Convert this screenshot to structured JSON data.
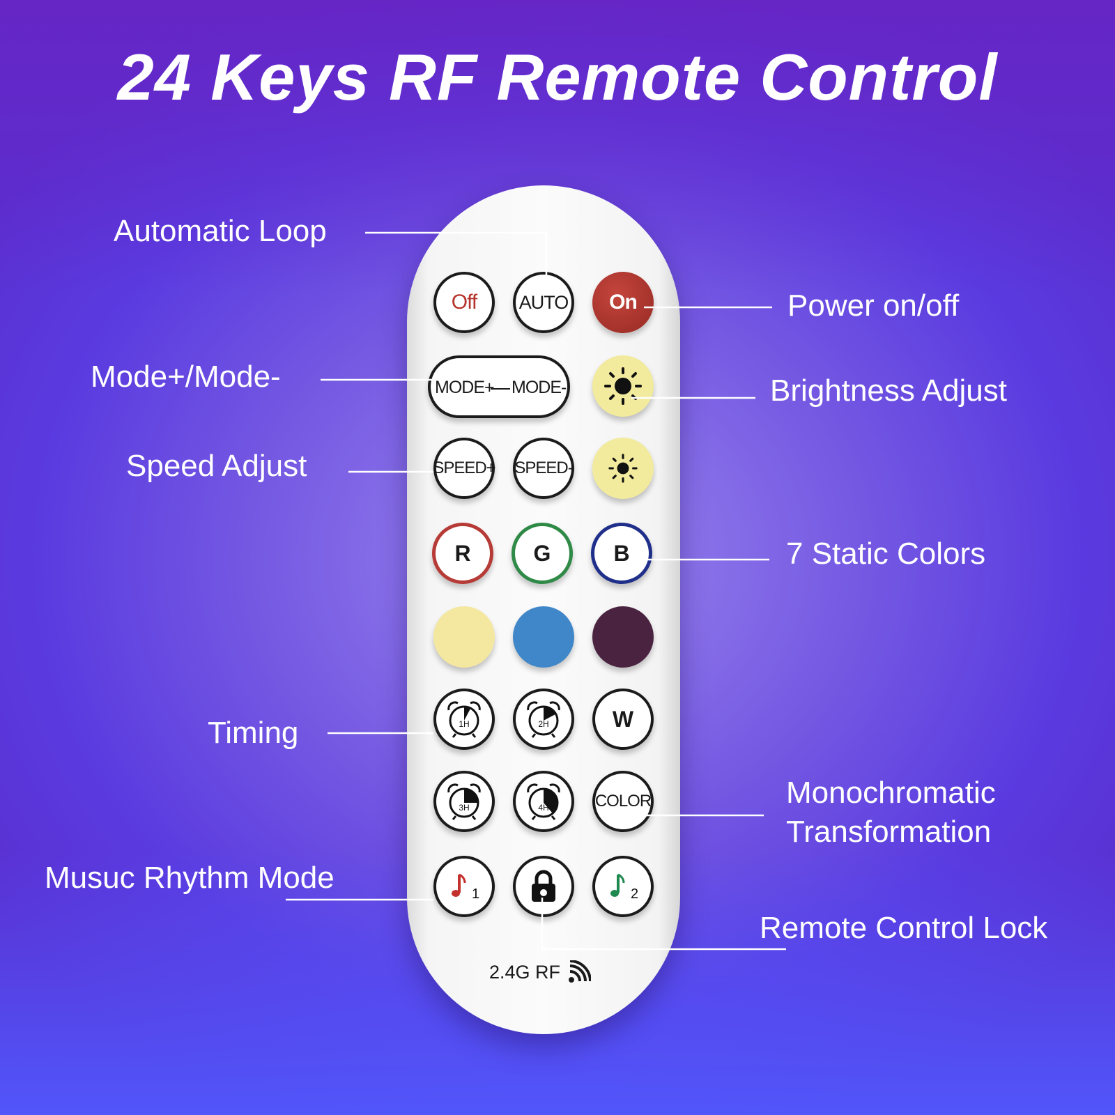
{
  "title": "24 Keys RF Remote Control",
  "remote": {
    "buttons": {
      "off": "Off",
      "auto": "AUTO",
      "on": "On",
      "mode_plus": "MODE+",
      "mode_minus": "MODE-",
      "speed_plus": "SPEED+",
      "speed_minus": "SPEED-",
      "r": "R",
      "g": "G",
      "b": "B",
      "w": "W",
      "color": "COLOR",
      "timer_1": "1H",
      "timer_2": "2H",
      "timer_3": "3H",
      "timer_4": "4H",
      "music_1": "1",
      "music_2": "2"
    },
    "rf_label": "2.4G RF",
    "colors": {
      "body": "#f7f7f7",
      "on_button": "#a8332c",
      "off_text": "#b5322a",
      "brightness": "#f2ea9c",
      "red_ring": "#b63a35",
      "green_ring": "#2f8a47",
      "blue_ring": "#1f2f8a",
      "yellow": "#f4e8a0",
      "blue": "#3f87c9",
      "purple": "#4a2340",
      "music_red": "#c4302b",
      "music_green": "#1f8a50"
    },
    "icons": [
      "sun-icon",
      "alarm-clock-icon",
      "lock-icon",
      "music-note-icon",
      "wifi-signal-icon"
    ]
  },
  "callouts": {
    "automatic_loop": "Automatic Loop",
    "power": "Power on/off",
    "mode": "Mode+/Mode-",
    "brightness": "Brightness Adjust",
    "speed": "Speed Adjust",
    "static_colors": "7 Static Colors",
    "timing": "Timing",
    "mono_line1": "Monochromatic",
    "mono_line2": "Transformation",
    "music": "Musuc Rhythm Mode",
    "lock": "Remote Control Lock"
  }
}
